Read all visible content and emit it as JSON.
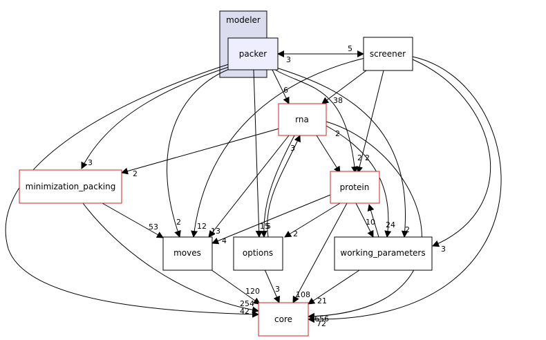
{
  "cluster": {
    "label": "modeler",
    "fill": "#dcdcef",
    "stroke": "#000000"
  },
  "nodes": {
    "packer": {
      "label": "packer",
      "fill": "#eeeeff",
      "stroke": "#000000"
    },
    "screener": {
      "label": "screener",
      "fill": "#ffffff",
      "stroke": "#000000"
    },
    "rna": {
      "label": "rna",
      "fill": "#ffffff",
      "stroke": "#d42020"
    },
    "minimization_packing": {
      "label": "minimization_packing",
      "fill": "#ffffff",
      "stroke": "#d42020"
    },
    "protein": {
      "label": "protein",
      "fill": "#ffffff",
      "stroke": "#d42020"
    },
    "moves": {
      "label": "moves",
      "fill": "#ffffff",
      "stroke": "#000000"
    },
    "options": {
      "label": "options",
      "fill": "#ffffff",
      "stroke": "#000000"
    },
    "working_parameters": {
      "label": "working_parameters",
      "fill": "#ffffff",
      "stroke": "#000000"
    },
    "core": {
      "label": "core",
      "fill": "#ffffff",
      "stroke": "#d42020"
    }
  },
  "edge_labels": {
    "screener_packer": "5",
    "packer_screener": "3",
    "packer_rna": "6",
    "screener_rna": "38",
    "rna_protein_a": "2",
    "packer_protein": "2",
    "screener_protein": "2",
    "packer_minpack": "3",
    "rna_minpack": "2",
    "rna_options": "3",
    "rna_protein": "1",
    "minpack_moves": "53",
    "packer_moves": "2",
    "screener_moves": "12",
    "rna_moves": "13",
    "protein_moves": "4",
    "packer_options": "15",
    "options_rna": "5",
    "protein_options": "2",
    "protein_wp": "10",
    "rna_wp": "24",
    "packer_wp": "2",
    "screener_wp": "3",
    "moves_core": "120",
    "options_core": "3",
    "protein_core": "108",
    "wp_core": "21",
    "minpack_core": "254",
    "packer_core": "42",
    "rna_core": "656",
    "screener_core": "72"
  }
}
